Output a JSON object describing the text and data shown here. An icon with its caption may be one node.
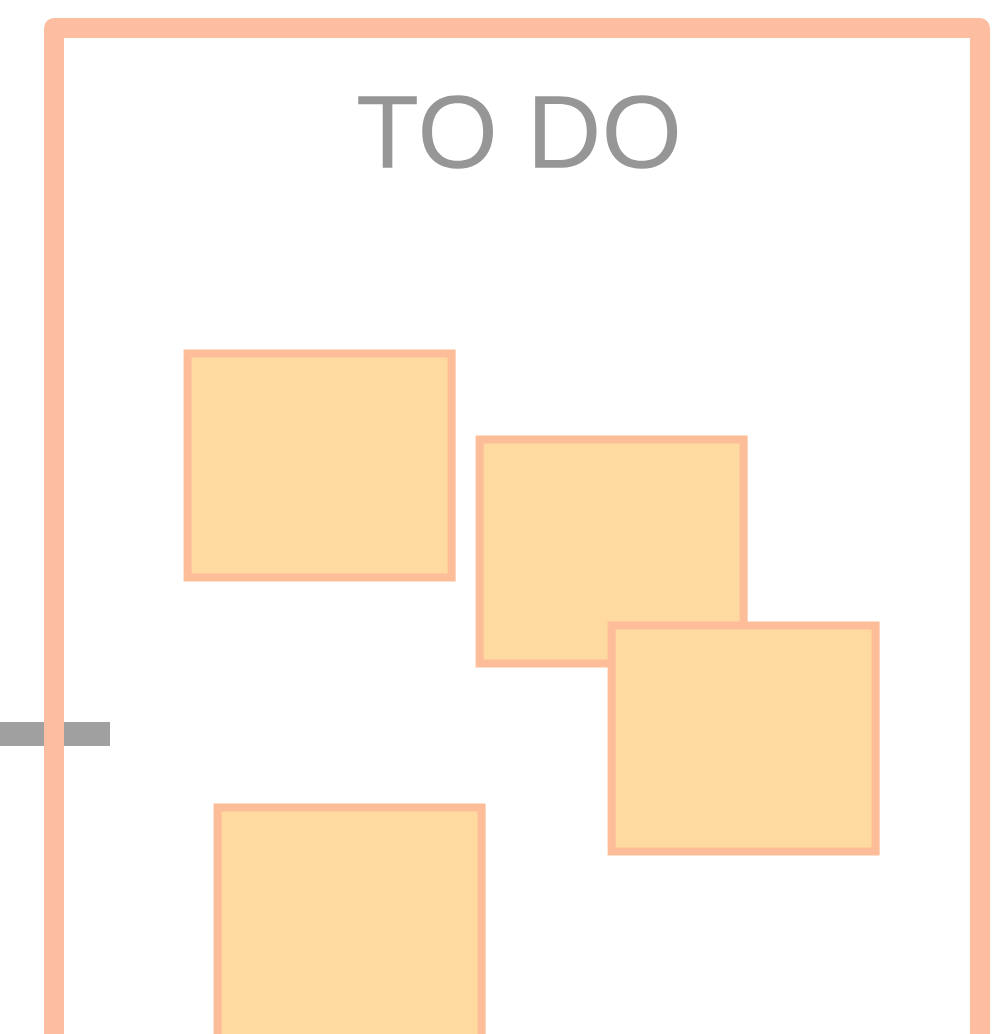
{
  "diagram": {
    "nodes": [
      {
        "text": [
          "TO DO"
        ]
      },
      {
        "text": [],
        "shape": "box",
        "in": 0
      },
      {
        "text": [],
        "shape": "box",
        "in": 0
      },
      {
        "text": [],
        "shape": "box",
        "in": 0
      },
      {
        "text": [],
        "shape": "box",
        "in": 0
      }
    ]
  }
}
